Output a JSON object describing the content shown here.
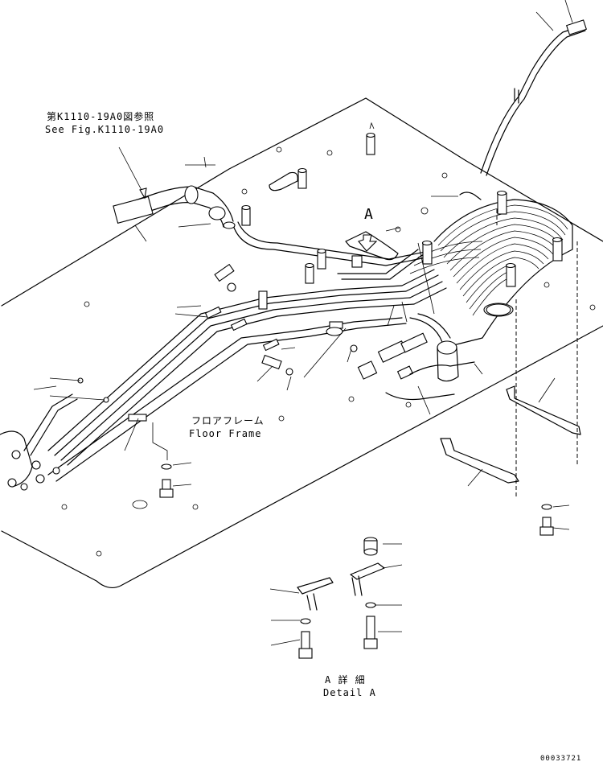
{
  "labels": {
    "ref_jp": "第K1110-19A0図参照",
    "ref_en": "See Fig.K1110-19A0",
    "floor_jp": "フロアフレーム",
    "floor_en": "Floor Frame",
    "arrow_a": "A",
    "detail_jp": "A 詳 細",
    "detail_en": "Detail A",
    "drawing_no": "00033721"
  }
}
